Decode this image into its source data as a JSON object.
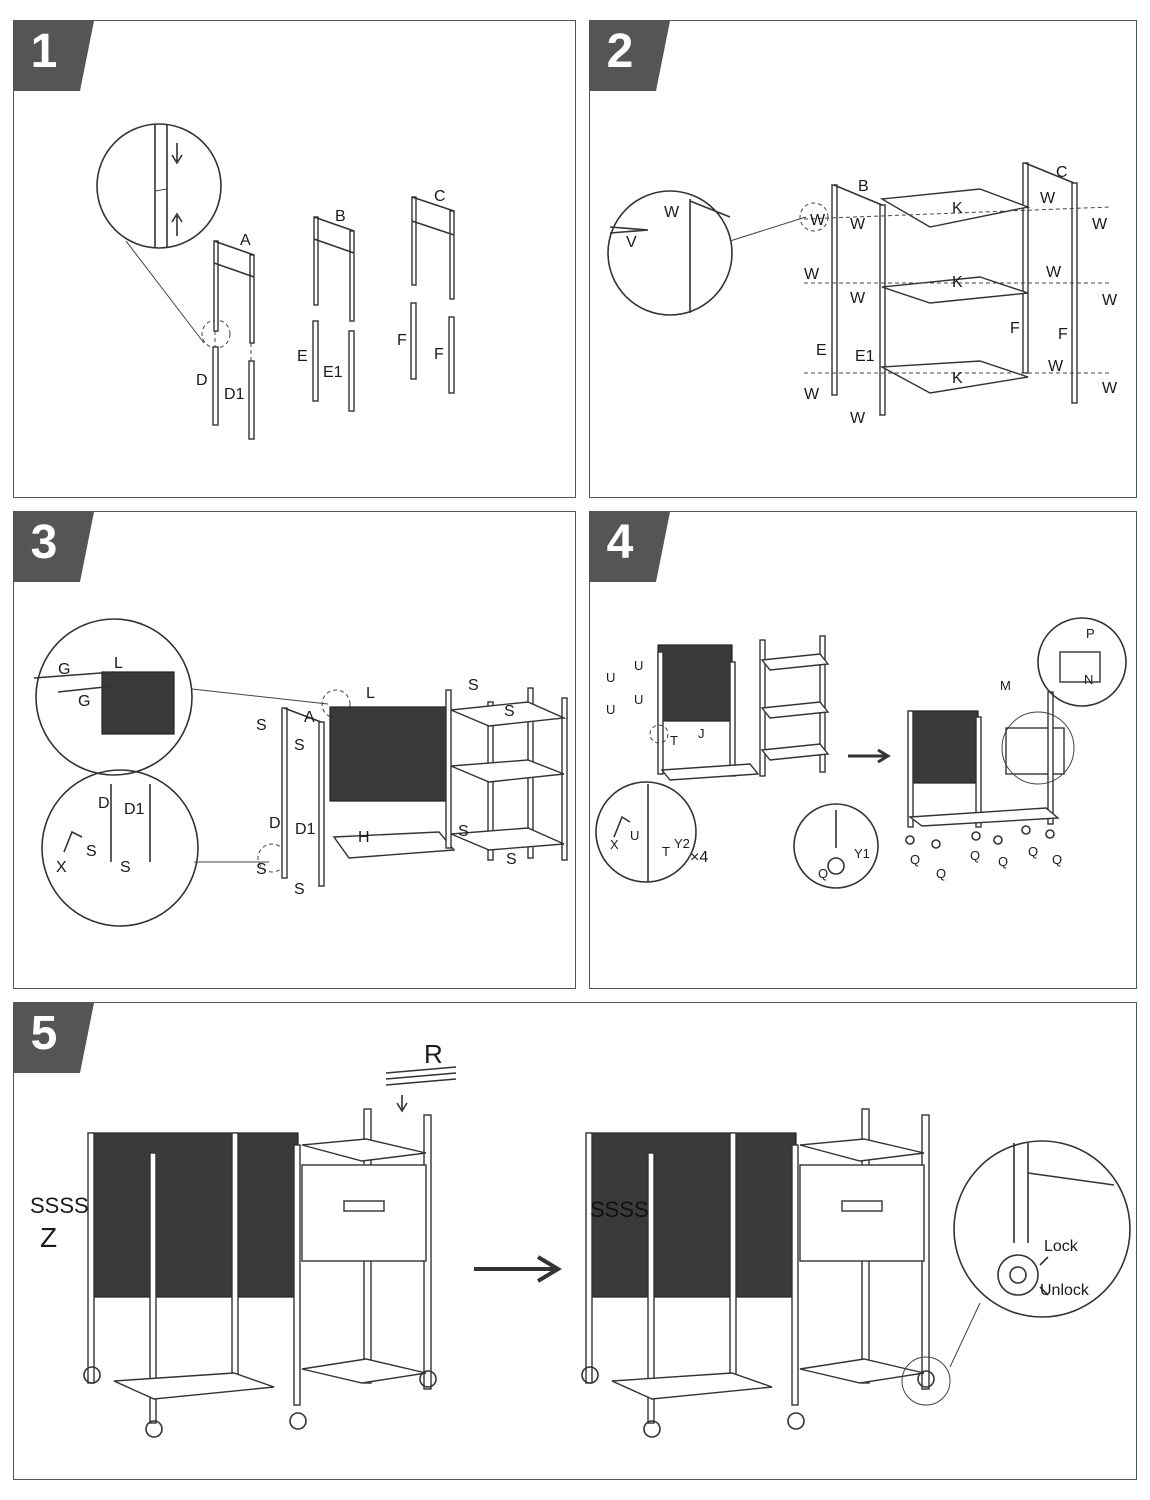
{
  "panels": [
    {
      "number": "1",
      "labels": {
        "A": "A",
        "B": "B",
        "C": "C",
        "D": "D",
        "D1": "D1",
        "E": "E",
        "E1": "E1",
        "F": "F"
      }
    },
    {
      "number": "2",
      "labels": {
        "B": "B",
        "C": "C",
        "K": "K",
        "W": "W",
        "V": "V",
        "E": "E",
        "E1": "E1",
        "F": "F"
      }
    },
    {
      "number": "3",
      "labels": {
        "G": "G",
        "L": "L",
        "A": "A",
        "S": "S",
        "D": "D",
        "D1": "D1",
        "H": "H",
        "X": "X"
      }
    },
    {
      "number": "4",
      "labels": {
        "U": "U",
        "T": "T",
        "J": "J",
        "X": "X",
        "Y2": "Y2",
        "x4": "×4",
        "M": "M",
        "P": "P",
        "N": "N",
        "Q": "Q",
        "Y1": "Y1"
      }
    },
    {
      "number": "5",
      "labels": {
        "R": "R",
        "Z": "Z",
        "SSSS": "SSSS",
        "lock": "Lock",
        "unlock": "Unlock"
      }
    }
  ],
  "colors": {
    "badge": "#555555",
    "line": "#333333",
    "mesh": "#3a3a3a"
  }
}
